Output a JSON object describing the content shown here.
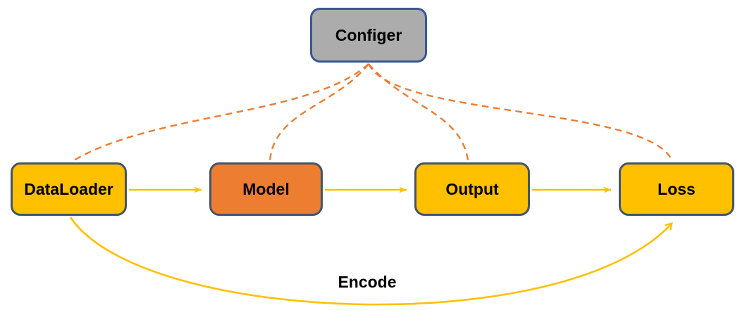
{
  "diagram": {
    "type": "flowchart",
    "background": "#FFFFFF"
  },
  "nodes": [
    {
      "id": "configer",
      "label": "Configer",
      "fill": "#ACACAC",
      "border": "#3A5795",
      "text_color": "#000000"
    },
    {
      "id": "dataloader",
      "label": "DataLoader",
      "fill": "#FFC000",
      "border": "#44546A",
      "text_color": "#000000"
    },
    {
      "id": "model",
      "label": "Model",
      "fill": "#ED7D31",
      "border": "#44546A",
      "text_color": "#000000"
    },
    {
      "id": "output",
      "label": "Output",
      "fill": "#FFC000",
      "border": "#44546A",
      "text_color": "#000000"
    },
    {
      "id": "loss",
      "label": "Loss",
      "fill": "#FFC000",
      "border": "#44546A",
      "text_color": "#000000"
    }
  ],
  "edges": [
    {
      "from": "configer",
      "to": "dataloader",
      "style": "dashed",
      "color": "#ED7D31",
      "label": ""
    },
    {
      "from": "configer",
      "to": "model",
      "style": "dashed",
      "color": "#ED7D31",
      "label": ""
    },
    {
      "from": "configer",
      "to": "output",
      "style": "dashed",
      "color": "#ED7D31",
      "label": ""
    },
    {
      "from": "configer",
      "to": "loss",
      "style": "dashed",
      "color": "#ED7D31",
      "label": ""
    },
    {
      "from": "dataloader",
      "to": "model",
      "style": "solid-arrow",
      "color": "#FFC000",
      "label": ""
    },
    {
      "from": "model",
      "to": "output",
      "style": "solid-arrow",
      "color": "#FFC000",
      "label": ""
    },
    {
      "from": "output",
      "to": "loss",
      "style": "solid-arrow",
      "color": "#FFC000",
      "label": ""
    },
    {
      "from": "dataloader",
      "to": "loss",
      "style": "solid-curve-arrow",
      "color": "#FFC000",
      "label": "Encode"
    }
  ],
  "labels": {
    "encode": "Encode"
  },
  "colors": {
    "solid_arrow": "#FFC000",
    "dashed_connector": "#ED7D31"
  }
}
